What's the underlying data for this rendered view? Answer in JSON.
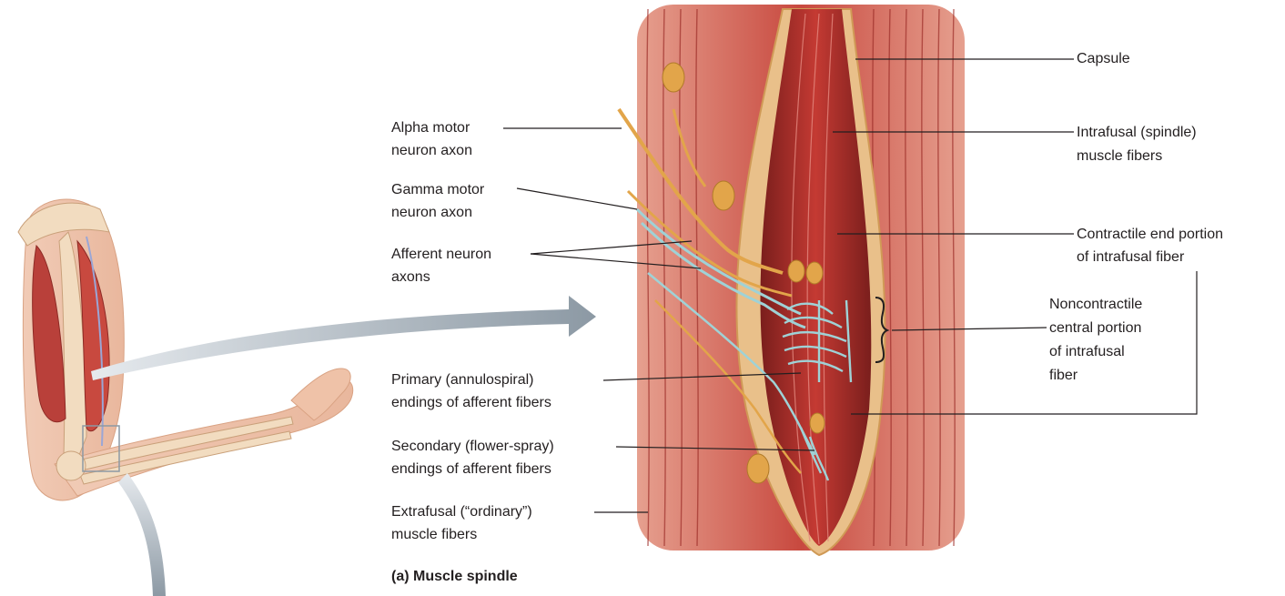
{
  "labels": {
    "capsule": "Capsule",
    "intrafusal_1": "Intrafusal (spindle)",
    "intrafusal_2": "muscle fibers",
    "contractile_1": "Contractile end portion",
    "contractile_2": "of intrafusal fiber",
    "noncontractile_1": "Noncontractile",
    "noncontractile_2": "central portion",
    "noncontractile_3": "of intrafusal",
    "noncontractile_4": "fiber",
    "alpha_1": "Alpha motor",
    "alpha_2": "neuron axon",
    "gamma_1": "Gamma motor",
    "gamma_2": "neuron axon",
    "afferent_1": "Afferent neuron",
    "afferent_2": "axons",
    "primary_1": "Primary (annulospiral)",
    "primary_2": "endings of afferent fibers",
    "secondary_1": "Secondary (flower-spray)",
    "secondary_2": "endings of afferent fibers",
    "extrafusal_1": "Extrafusal (“ordinary”)",
    "extrafusal_2": "muscle fibers"
  },
  "caption": "(a)  Muscle spindle",
  "colors": {
    "muscle": "#c8493f",
    "muscle_light": "#e08a78",
    "muscle_dark": "#9e2f2a",
    "nerve_yellow": "#e2a54a",
    "afferent_cyan": "#9fd2d6",
    "arrow_gray": "#a9b4bd",
    "leader_line": "#231f20",
    "bone": "#f2dcc0"
  }
}
